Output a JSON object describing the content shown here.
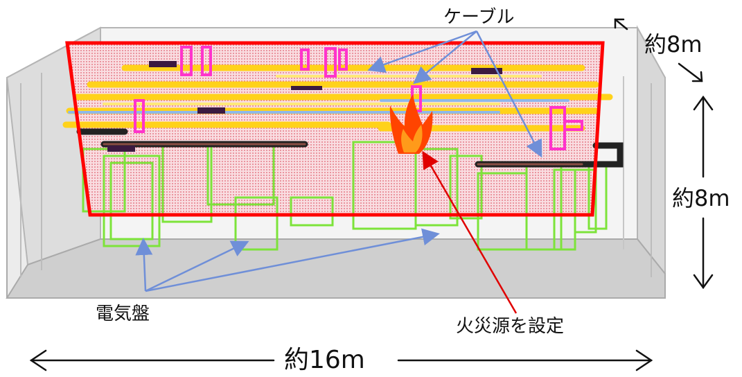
{
  "labels": {
    "cable": "ケーブル",
    "panel": "電気盤",
    "fire_source": "火災源を設定",
    "width": "約16m",
    "height": "約8m",
    "depth": "約8m"
  },
  "colors": {
    "room_frame": "#aaaaaa",
    "floor": "#cfcfcf",
    "section_outline": "#ff0000",
    "section_fill": "#f5c6cc",
    "cable_tray": "#ffd21a",
    "cable_tray_blue": "#8fb8e8",
    "conduit_magenta": "#ff33cc",
    "pipe_black": "#222222",
    "electrical_panel": "#7de33a",
    "pointer_blue": "#6f8fd8",
    "pointer_red": "#e00000",
    "flame_outer": "#ff4400",
    "flame_inner": "#ff9a1a"
  },
  "icons": [
    "flame-icon",
    "double-arrow-horizontal-icon",
    "double-arrow-vertical-icon",
    "depth-arrow-icon"
  ]
}
